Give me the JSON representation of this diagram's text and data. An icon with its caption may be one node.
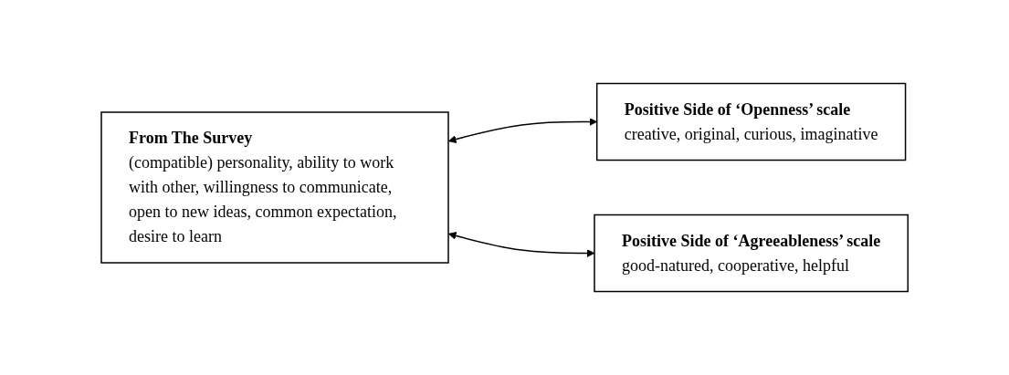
{
  "diagram": {
    "nodes": [
      {
        "text": [
          "From The Survey",
          "(compatible) personality, ability to work with other, willingness to communicate, open to new ideas, common expectation, desire to learn"
        ]
      },
      {
        "text": [
          "Positive Side of ‘Openness’ scale",
          "creative, original, curious, imaginative"
        ]
      },
      {
        "text": [
          "Positive Side of ‘Agreeableness’ scale",
          "good-natured, cooperative, helpful"
        ]
      }
    ],
    "edges": [
      {
        "from": 0,
        "to": 1,
        "arrow": "both"
      },
      {
        "from": 0,
        "to": 2,
        "arrow": "both"
      }
    ]
  }
}
